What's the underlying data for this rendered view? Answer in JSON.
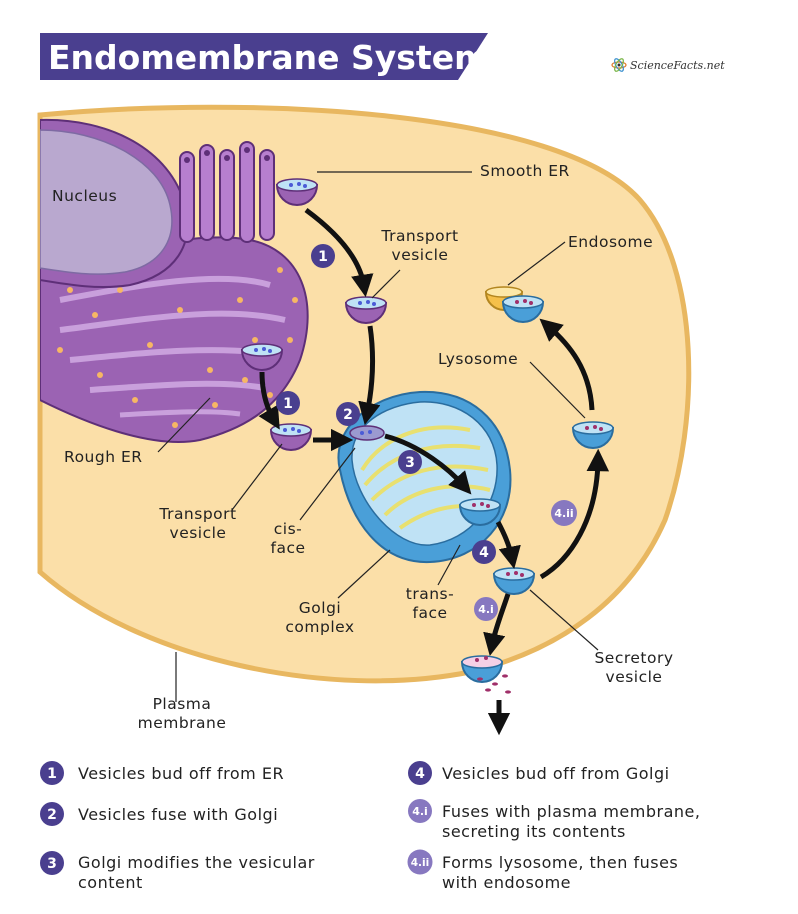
{
  "title": "Endomembrane System",
  "logo": "ScienceFacts.net",
  "labels": {
    "nucleus": "Nucleus",
    "smooth_er": "Smooth ER",
    "rough_er": "Rough ER",
    "transport_vesicle_top": [
      "Transport",
      "vesicle"
    ],
    "transport_vesicle_bottom": [
      "Transport",
      "vesicle"
    ],
    "cis_face": [
      "cis-",
      "face"
    ],
    "trans_face": [
      "trans-",
      "face"
    ],
    "golgi_complex": [
      "Golgi",
      "complex"
    ],
    "plasma_membrane": [
      "Plasma",
      "membrane"
    ],
    "endosome": "Endosome",
    "lysosome": "Lysosome",
    "secretory_vesicle": [
      "Secretory",
      "vesicle"
    ]
  },
  "steps": {
    "s1": "1",
    "s2": "2",
    "s3": "3",
    "s4": "4",
    "s4i": "4.i",
    "s4ii": "4.ii"
  },
  "legend": [
    {
      "badge": "1",
      "lines": [
        "Vesicles bud off from ER"
      ]
    },
    {
      "badge": "2",
      "lines": [
        "Vesicles fuse with Golgi"
      ]
    },
    {
      "badge": "3",
      "lines": [
        "Golgi modifies the vesicular",
        "content"
      ]
    },
    {
      "badge": "4",
      "lines": [
        "Vesicles bud off from Golgi"
      ]
    },
    {
      "badge": "4.i",
      "lines": [
        "Fuses with plasma membrane,",
        "secreting its contents"
      ]
    },
    {
      "badge": "4.ii",
      "lines": [
        "Forms lysosome, then fuses",
        "with endosome"
      ]
    }
  ],
  "colors": {
    "title_bg": "#4a3f8f",
    "cytoplasm": "#fbdfa8",
    "membrane": "#e8b760",
    "nucleus": "#b9a8cf",
    "er": "#9b63b3",
    "golgi": "#8fc6e8",
    "badge": "#4a3f8f",
    "badge_light": "#8778c0"
  }
}
